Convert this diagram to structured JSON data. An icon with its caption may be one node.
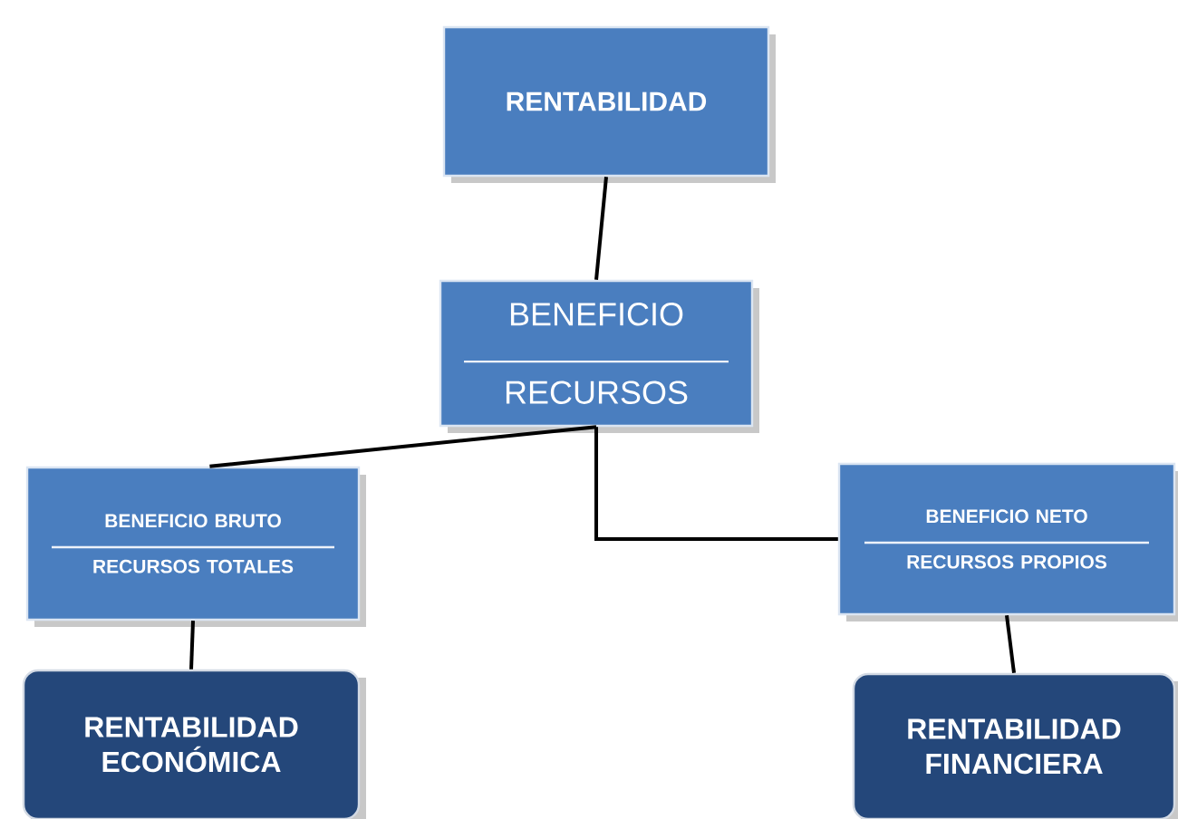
{
  "diagram": {
    "nodes": [
      {
        "text": [
          "RENTABILIDAD"
        ]
      },
      {
        "text": [
          "BENEFICIO",
          "RECURSOS"
        ]
      },
      {
        "text": [
          "BENEFICIO BRUTO",
          "RECURSOS TOTALES"
        ]
      },
      {
        "text": [
          "BENEFICIO NETO",
          "RECURSOS PROPIOS"
        ]
      },
      {
        "text": [
          "RENTABILIDAD ECONÓMICA"
        ]
      },
      {
        "text": [
          "RENTABILIDAD FINANCIERA"
        ]
      }
    ],
    "edges": [
      {
        "from": 0,
        "to": 1,
        "arrow": "none"
      },
      {
        "from": 1,
        "to": 2,
        "arrow": "none"
      },
      {
        "from": 1,
        "to": 3,
        "arrow": "none"
      },
      {
        "from": 2,
        "to": 4,
        "arrow": "none"
      },
      {
        "from": 3,
        "to": 5,
        "arrow": "none"
      }
    ]
  }
}
